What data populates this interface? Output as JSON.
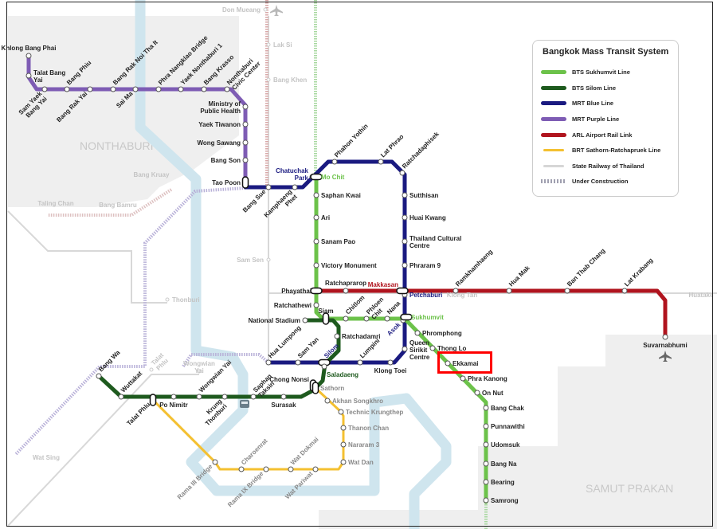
{
  "legend": {
    "title": "Bangkok Mass Transit System",
    "items": [
      {
        "label": "BTS Sukhumvit Line",
        "color": "#6cc24a",
        "style": "solid"
      },
      {
        "label": "BTS Silom Line",
        "color": "#1e5a1e",
        "style": "solid"
      },
      {
        "label": "MRT Blue Line",
        "color": "#1a1a80",
        "style": "solid"
      },
      {
        "label": "MRT Purple Line",
        "color": "#7e5cb4",
        "style": "solid"
      },
      {
        "label": "ARL Airport Rail Link",
        "color": "#b0141e",
        "style": "solid"
      },
      {
        "label": "BRT Sathorn-Ratchapruek Line",
        "color": "#f4c030",
        "style": "thin"
      },
      {
        "label": "State Railway of Thailand",
        "color": "#d6d6d6",
        "style": "thin"
      },
      {
        "label": "Under Construction",
        "color": "#a0a0b0",
        "style": "dashed"
      }
    ]
  },
  "regions": {
    "nonthaburi": "NONTHABURI",
    "samut_prakan": "SAMUT PRAKAN"
  },
  "highlight": {
    "station": "Ekkamai"
  },
  "lines": {
    "purple": {
      "color": "#7e5cb4",
      "stations": [
        "Khlong Bang Phai",
        "Talat Bang\nYai",
        "Sam Yaek\nBang Yai",
        "Bang Phiu",
        "Bang Rak Yai",
        "Bang Rak Noi Tha It",
        "Sai Ma",
        "Phra Nangklao Bridge",
        "Yaek Nonthaburi 1",
        "Bang Krasso",
        "Nonthaburi\nCivic Center",
        "Ministry of\nPublic Health",
        "Yaek Tiwanon",
        "Wong Sawang",
        "Bang Son",
        "Tao Poon"
      ]
    },
    "blue": {
      "color": "#1a1a80",
      "stations": [
        "Bang Sue",
        "Kamphaeng\nPhet",
        "Chatuchak\nPark",
        "Phahon Yothin",
        "Lat Phrao",
        "Ratchadaphisek",
        "Sutthisan",
        "Huai Kwang",
        "Thailand Cultural\nCentre",
        "Phraram 9",
        "Petchaburi",
        "Asok",
        "Queen\nSirikit\nCentre",
        "Klong Toei",
        "Lumpini",
        "Silom",
        "Sam Yan",
        "Hua Lumpong"
      ]
    },
    "sukhumvit": {
      "color": "#6cc24a",
      "stations": [
        "Mo Chit",
        "Saphan Kwai",
        "Ari",
        "Sanam Pao",
        "Victory Monument",
        "Phayathai",
        "Ratchathewi",
        "Siam",
        "Chitlom",
        "Phloen\nChit",
        "Nana",
        "Sukhumvit",
        "Phromphong",
        "Thong Lo",
        "Ekkamai",
        "Phra Kanong",
        "On Nut",
        "Bang Chak",
        "Punnawithi",
        "Udomsuk",
        "Bang Na",
        "Bearing",
        "Samrong"
      ]
    },
    "silom": {
      "color": "#1e5a1e",
      "stations": [
        "National Stadium",
        "Ratchadamri",
        "Saladaeng",
        "Chong Nonsi",
        "Surasak",
        "Saphan\nTaksin",
        "Krung\nThonburi",
        "Wongwian Yai",
        "Po Nimitr",
        "Talat Phlu",
        "Wuttakat",
        "Bang Wa"
      ]
    },
    "arl": {
      "color": "#b0141e",
      "stations": [
        "Ratchaprarop",
        "Makkasan",
        "Ramkhamhaeng",
        "Hua Mak",
        "Ban Thab Chang",
        "Lat Krabang",
        "Suvarnabhumi"
      ]
    },
    "brt": {
      "color": "#f4c030",
      "stations": [
        "Sathorn",
        "Akhan Songkhro",
        "Technic Krungthep",
        "Thanon Chan",
        "Nararam 3",
        "Wat Dan",
        "Wat Pariwat",
        "Wat Dokmai",
        "Rama IX Bridge",
        "Charoenrat",
        "Rama III Bridge"
      ]
    }
  },
  "srt_stations": [
    "Don Mueang",
    "Lak Si",
    "Bang Khen",
    "Sam Sen",
    "Bang Kruay",
    "Taling Chan",
    "Bang Bamru",
    "Thonburi",
    "Talat\nPhlu",
    "Wongwian\nYai",
    "Wat Sing",
    "Klong Tan",
    "Huatake"
  ]
}
